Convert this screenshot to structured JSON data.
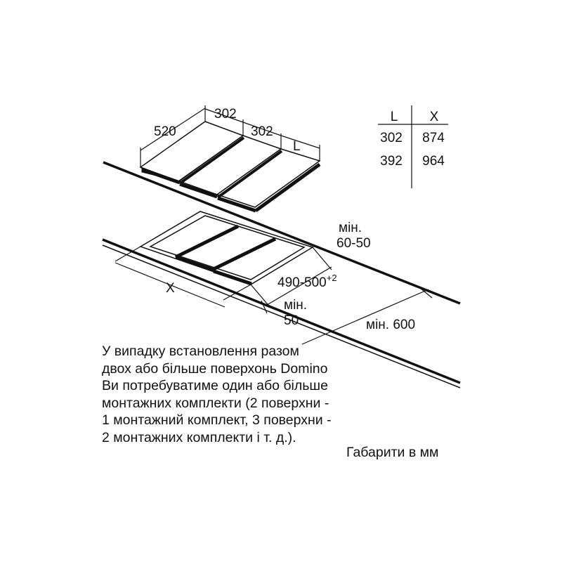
{
  "dimensions": {
    "depth": "520",
    "width_1": "302",
    "width_2": "302",
    "width_var": "L",
    "cutout_var": "X",
    "cutout_depth": "490-500",
    "cutout_depth_tolerance": "+2",
    "min_front_label": "мін.",
    "min_front_value": "50",
    "min_back_label": "мін.",
    "min_back_value": "60-50",
    "min_wall": "мін. 600"
  },
  "table": {
    "headers": [
      "L",
      "X"
    ],
    "rows": [
      [
        "302",
        "874"
      ],
      [
        "392",
        "964"
      ]
    ]
  },
  "note_lines": [
    "У випадку встановлення разом",
    "двох або більше поверхонь Domino",
    "Ви потребуватиме один або більше",
    "монтажних комплекти (2 поверхни -",
    "1 монтажний комплект, 3 поверхни -",
    "2 монтажних комплекти і т. д.)."
  ],
  "units_note": "Габарити в мм"
}
